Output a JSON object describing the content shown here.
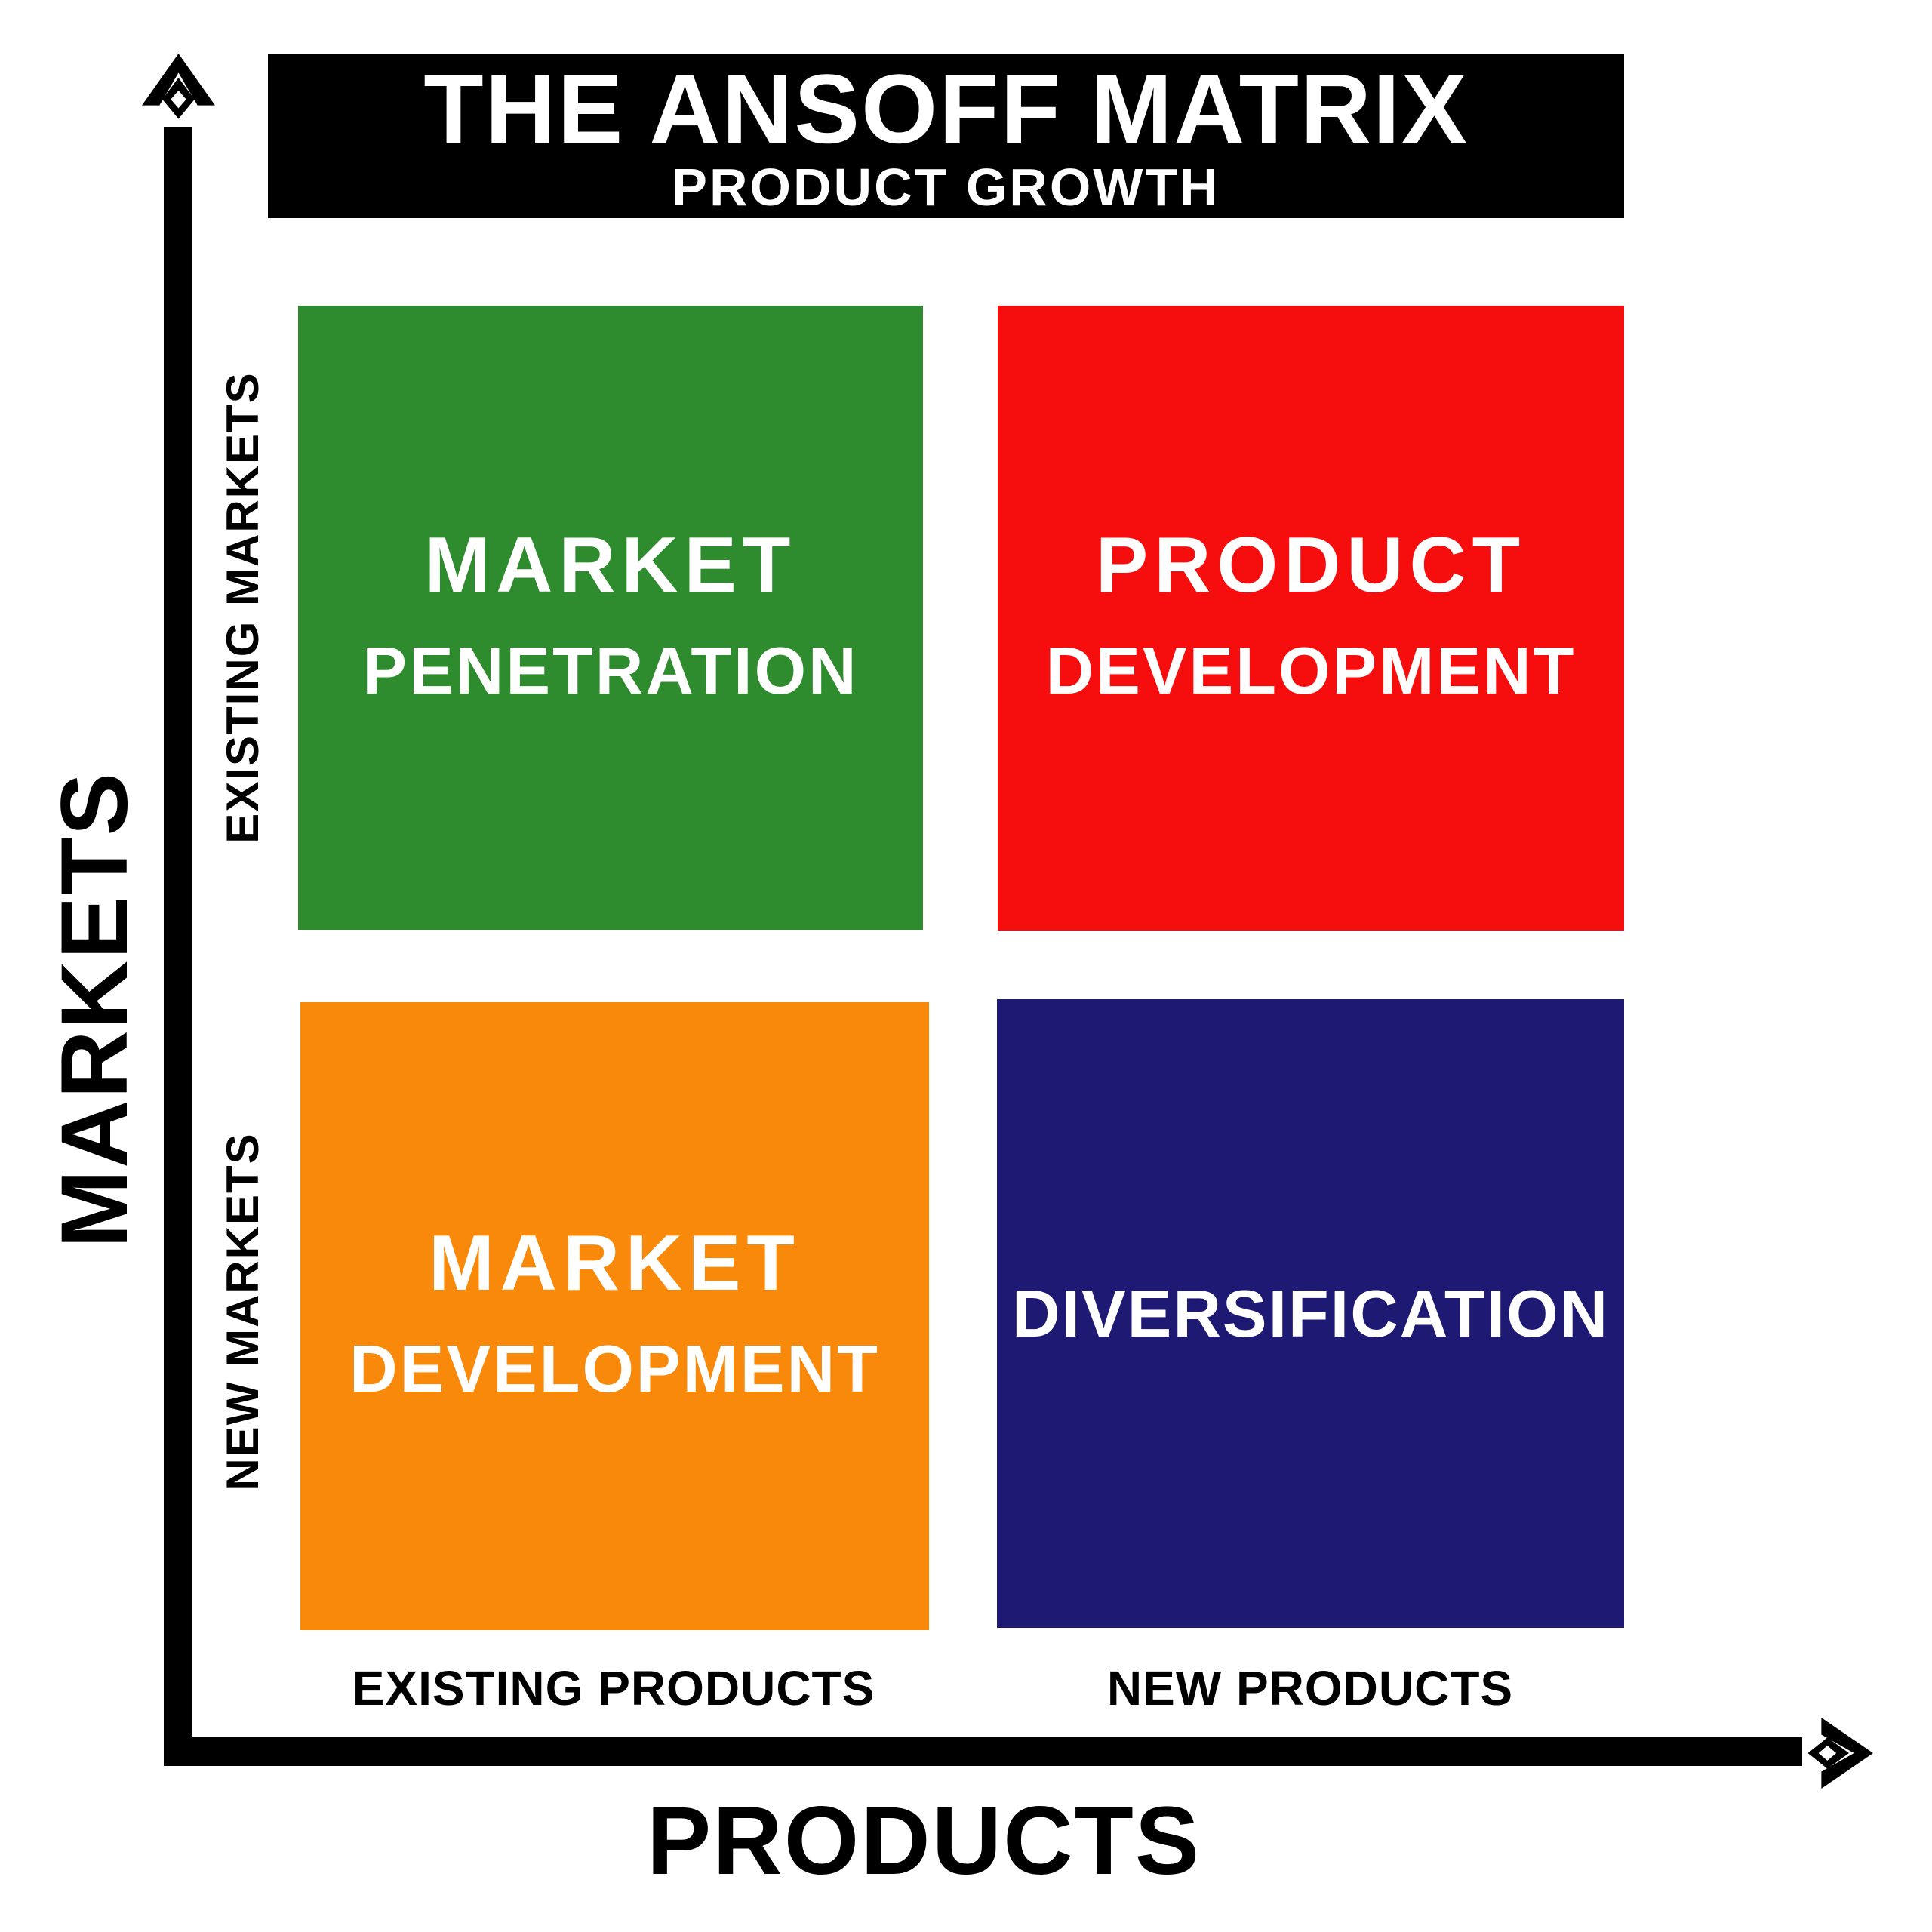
{
  "title": {
    "line1": "THE ANSOFF MATRIX",
    "line2": "PRODUCT GROWTH"
  },
  "y_axis": {
    "label": "MARKETS",
    "top_label": "EXISTING MARKETS",
    "bottom_label": "NEW MARKETS"
  },
  "x_axis": {
    "label": "PRODUCTS",
    "left_label": "EXISTING PRODUCTS",
    "right_label": "NEW PRODUCTS"
  },
  "quadrants": {
    "top_left": {
      "name": "Market Penetration",
      "line1": "MARKET",
      "line2": "PENETRATION",
      "color": "#2E8B2E"
    },
    "top_right": {
      "name": "Product Development",
      "line1": "PRODUCT",
      "line2": "DEVELOPMENT",
      "color": "#F60E0E"
    },
    "bottom_left": {
      "name": "Market Development",
      "line1": "MARKET",
      "line2": "DEVELOPMENT",
      "color": "#F8890B"
    },
    "bottom_right": {
      "name": "Diversification",
      "line1": "DIVERSIFICATION",
      "line2": "",
      "color": "#1E1973"
    }
  },
  "colors": {
    "background": "#FFFFFF",
    "axis": "#000000",
    "title_bg": "#000000",
    "title_text": "#FFFFFF",
    "quadrant_text": "#FFFFFF",
    "label_text": "#000000"
  },
  "icons": {
    "up_arrow": "axis-arrow-up",
    "right_arrow": "axis-arrow-right"
  }
}
